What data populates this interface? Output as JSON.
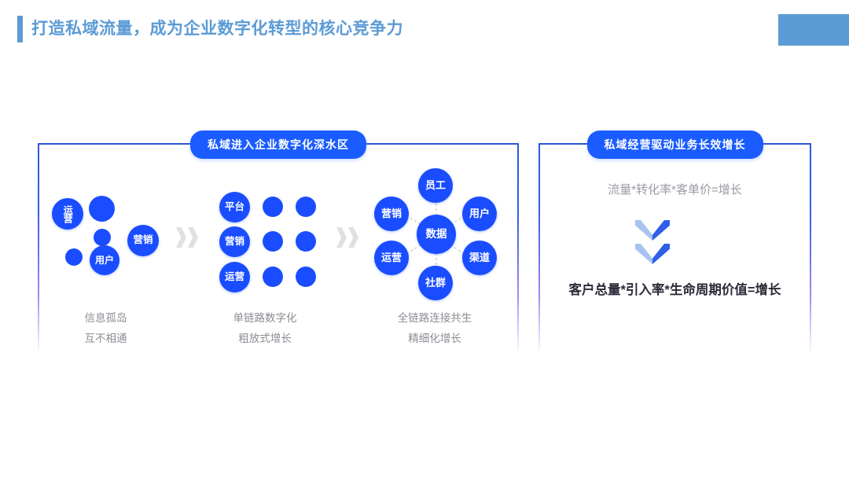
{
  "header": {
    "title": "打造私域流量，成为企业数字化转型的核心竞争力",
    "accent_color": "#5b9bd5",
    "block_color": "#5b9bd5"
  },
  "theme": {
    "bubble_blue": "#1a4dff",
    "badge_blue": "#1a5cff",
    "panel_border": "#2f56d8",
    "caption_gray": "#8c8c94",
    "chevron_gray": "#e0e0e0"
  },
  "left_panel": {
    "badge": "私域进入企业数字化深水区",
    "stages": [
      {
        "name": "stage-isolated",
        "bubbles": [
          "运营",
          "用户",
          "营销"
        ],
        "caption_line1": "信息孤岛",
        "caption_line2": "互不相通"
      },
      {
        "name": "stage-single-chain",
        "bubbles": [
          "平台",
          "营销",
          "运营"
        ],
        "caption_line1": "单链路数字化",
        "caption_line2": "粗放式增长"
      },
      {
        "name": "stage-full-chain",
        "hub": "数据",
        "spokes": [
          "员工",
          "用户",
          "渠道",
          "社群",
          "运营",
          "营销"
        ],
        "caption_line1": "全链路连接共生",
        "caption_line2": "精细化增长"
      }
    ],
    "separators": [
      "chevron-double-right",
      "chevron-double-right"
    ]
  },
  "right_panel": {
    "badge": "私域经营驱动业务长效增长",
    "formula_old": "流量*转化率*客单价=增长",
    "arrow": "chevron-double-down",
    "formula_new": "客户总量*引入率*生命周期价值=增长"
  }
}
